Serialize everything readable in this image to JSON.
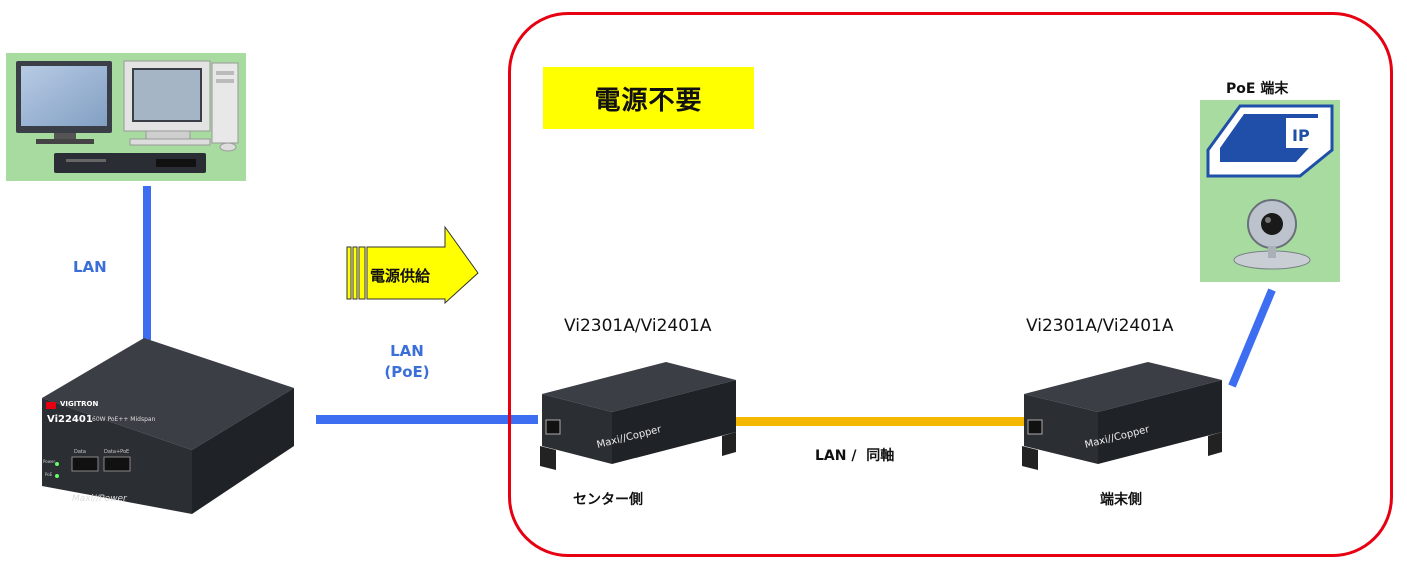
{
  "zone": {
    "title": "電源不要"
  },
  "arrow": {
    "label": "電源供給"
  },
  "links": {
    "pc_lan": "LAN",
    "poe_lan_line1": "LAN",
    "poe_lan_line2": "(PoE)",
    "extender_link": "LAN /  同軸"
  },
  "devices": {
    "midspan": {
      "brand": "VIGITRON",
      "model": "Vi22401",
      "desc": "60W PoE++ Midspan",
      "port_data": "Data",
      "port_poe": "Data+PoE",
      "power_led": "Power",
      "poe_led": "PoE",
      "logo": "Maxi//Power"
    },
    "center_extender": {
      "model_label": "Vi2301A/Vi2401A",
      "caption": "センター側",
      "logo": "Maxi//Copper"
    },
    "terminal_extender": {
      "model_label": "Vi2301A/Vi2401A",
      "caption": "端末側",
      "logo": "Maxi//Copper"
    },
    "poe_terminal": {
      "label": "PoE 端末",
      "ip_text": "IP"
    }
  },
  "colors": {
    "zone_border": "#e60012",
    "zone_title_bg": "#ffff00",
    "arrow_fill": "#ffff00",
    "lan_line": "#3d6ef2",
    "coax_line": "#f5b800",
    "device_panel_bg": "#a8dba0"
  }
}
